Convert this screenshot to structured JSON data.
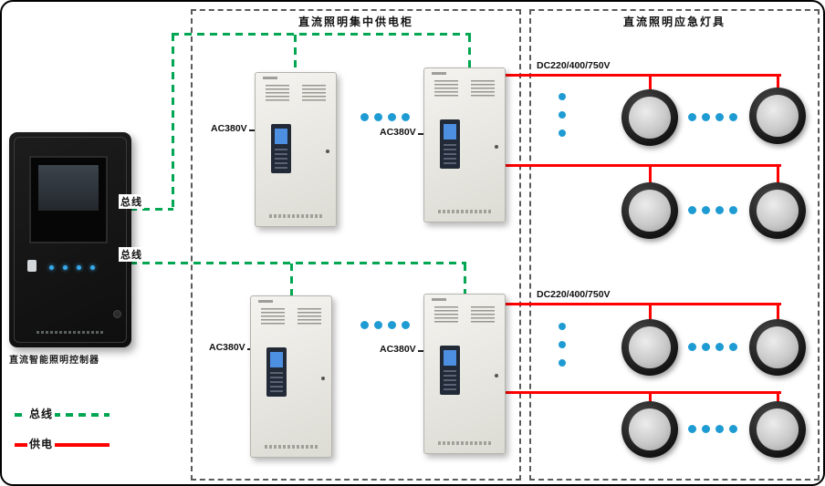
{
  "diagram": {
    "controller": {
      "label": "直流智能照明控制器"
    },
    "groups": {
      "power": {
        "title": "直流照明集中供电柜"
      },
      "lamps": {
        "title": "直流照明应急灯具"
      }
    },
    "bus_labels": [
      "总线",
      "总线"
    ],
    "ac_labels": [
      "AC380V",
      "AC380V",
      "AC380V",
      "AC380V"
    ],
    "dc_labels": [
      "DC220/400/750V",
      "DC220/400/750V"
    ],
    "legend": [
      {
        "label": "总线",
        "line": "dashed",
        "color": "#00A651"
      },
      {
        "label": "供电",
        "line": "solid",
        "color": "#FF0000"
      }
    ],
    "colors": {
      "bus_line": "#00A651",
      "power_line": "#FF0000",
      "continuation_dots": "#1E9BD2"
    }
  }
}
